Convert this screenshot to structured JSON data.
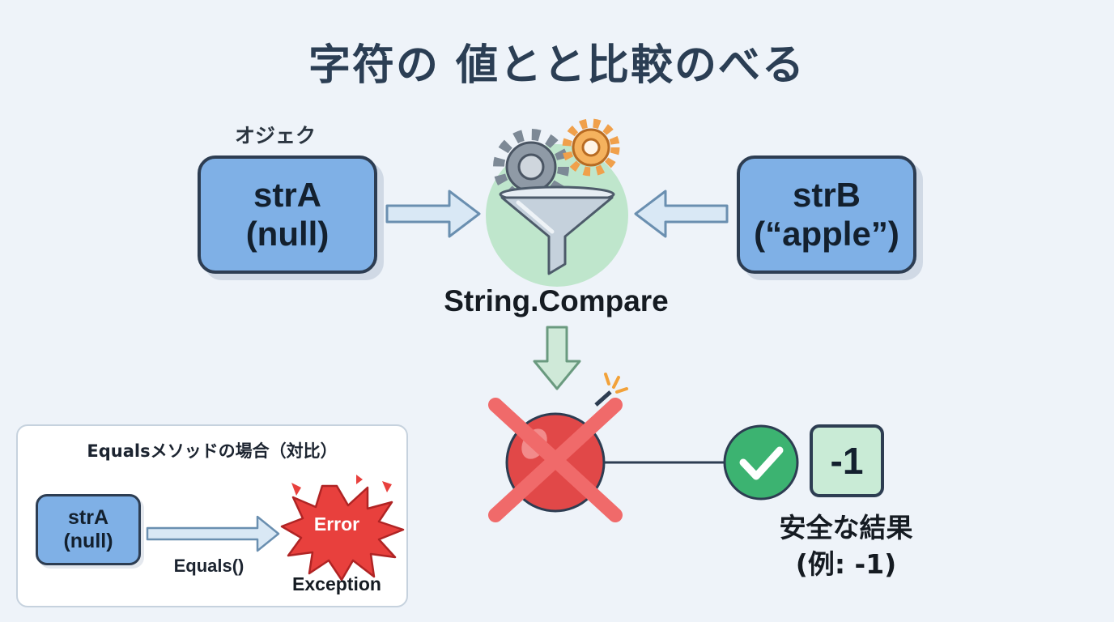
{
  "title": "字符の 値とと比較のべる",
  "object_label": "オジェク",
  "str_a": {
    "name": "strA",
    "value": "(null)"
  },
  "str_b": {
    "name": "strB",
    "value": "(“apple”)"
  },
  "compare_method": "String.Compare",
  "result": {
    "value": "-1",
    "label_line1": "安全な結果",
    "label_line2": "(例: -1)"
  },
  "equals_panel": {
    "title": "Equalsメソッドの場合（対比）",
    "str_name": "strA",
    "str_value": "(null)",
    "method": "Equals()",
    "error": "Error",
    "exception": "Exception"
  },
  "colors": {
    "box_blue": "#7fb0e6",
    "outline": "#2d3d52",
    "success_green": "#3cb371",
    "danger_red": "#e34a4a"
  }
}
